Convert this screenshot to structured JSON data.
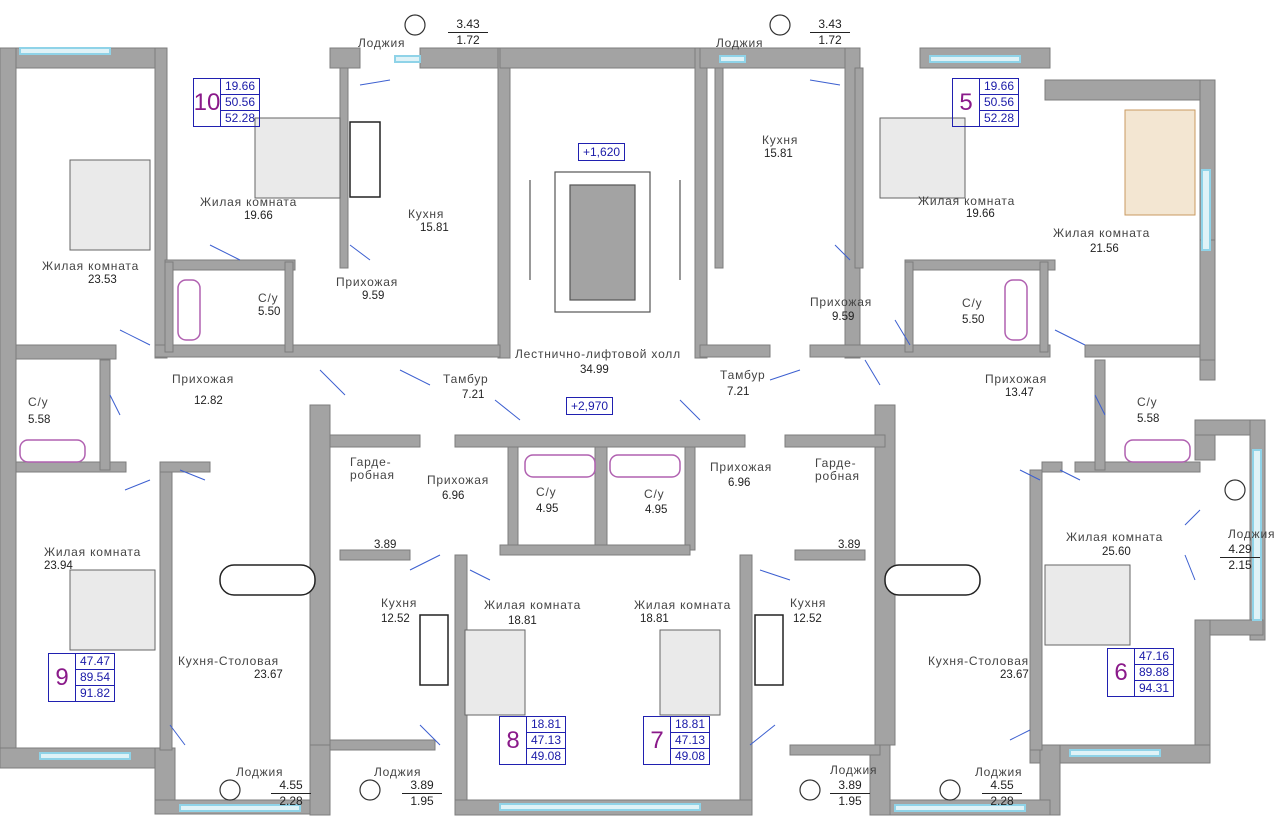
{
  "plan": {
    "rooms": [
      {
        "id": "r1",
        "label": "Жилая комната",
        "area": "23.53"
      },
      {
        "id": "r2",
        "label": "Жилая комната",
        "area": "19.66"
      },
      {
        "id": "r3",
        "label": "Кухня",
        "area": "15.81"
      },
      {
        "id": "r4",
        "label": "С/у",
        "area": "5.50"
      },
      {
        "id": "r5",
        "label": "Прихожая",
        "area": "9.59"
      },
      {
        "id": "r6",
        "label": "С/у",
        "area": "5.58"
      },
      {
        "id": "r7",
        "label": "Прихожая",
        "area": "12.82"
      },
      {
        "id": "r8",
        "label": "Тамбур",
        "area": "7.21"
      },
      {
        "id": "r9",
        "label": "Лестнично-лифтовой холл",
        "area": "34.99"
      },
      {
        "id": "r10",
        "label": "Тамбур",
        "area": "7.21"
      },
      {
        "id": "r11",
        "label": "Кухня",
        "area": "15.81"
      },
      {
        "id": "r12",
        "label": "Жилая комната",
        "area": "19.66"
      },
      {
        "id": "r13",
        "label": "Жилая комната",
        "area": "21.56"
      },
      {
        "id": "r14",
        "label": "Прихожая",
        "area": "9.59"
      },
      {
        "id": "r15",
        "label": "С/у",
        "area": "5.50"
      },
      {
        "id": "r16",
        "label": "Прихожая",
        "area": "13.47"
      },
      {
        "id": "r17",
        "label": "С/у",
        "area": "5.58"
      },
      {
        "id": "r18",
        "label": "Жилая комната",
        "area": "23.94"
      },
      {
        "id": "r19",
        "label": "Кухня-Столовая",
        "area": "23.67"
      },
      {
        "id": "r20",
        "label": "Гарде-\nробная",
        "area": "3.89"
      },
      {
        "id": "r21",
        "label": "Прихожая",
        "area": "6.96"
      },
      {
        "id": "r22",
        "label": "Кухня",
        "area": "12.52"
      },
      {
        "id": "r23",
        "label": "С/у",
        "area": "4.95"
      },
      {
        "id": "r24",
        "label": "Жилая комната",
        "area": "18.81"
      },
      {
        "id": "r25",
        "label": "С/у",
        "area": "4.95"
      },
      {
        "id": "r26",
        "label": "Жилая комната",
        "area": "18.81"
      },
      {
        "id": "r27",
        "label": "Прихожая",
        "area": "6.96"
      },
      {
        "id": "r28",
        "label": "Гарде-\nробная",
        "area": "3.89"
      },
      {
        "id": "r29",
        "label": "Кухня",
        "area": "12.52"
      },
      {
        "id": "r30",
        "label": "Кухня-Столовая",
        "area": "23.67"
      },
      {
        "id": "r31",
        "label": "Жилая комната",
        "area": "25.60"
      }
    ],
    "loggias": [
      {
        "id": "l1",
        "label": "Лоджия",
        "top": "3.43",
        "bottom": "1.72"
      },
      {
        "id": "l2",
        "label": "Лоджия",
        "top": "3.43",
        "bottom": "1.72"
      },
      {
        "id": "l3",
        "label": "Лоджия",
        "top": "4.29",
        "bottom": "2.15"
      },
      {
        "id": "l4",
        "label": "Лоджия",
        "top": "4.55",
        "bottom": "2.28"
      },
      {
        "id": "l5",
        "label": "Лоджия",
        "top": "3.89",
        "bottom": "1.95"
      },
      {
        "id": "l6",
        "label": "Лоджия",
        "top": "3.89",
        "bottom": "1.95"
      },
      {
        "id": "l7",
        "label": "Лоджия",
        "top": "4.55",
        "bottom": "2.28"
      }
    ],
    "levels": [
      {
        "id": "lv1",
        "value": "+1,620"
      },
      {
        "id": "lv2",
        "value": "+2,970"
      }
    ],
    "apartments": [
      {
        "id": "a10",
        "number": "10",
        "values": [
          "19.66",
          "50.56",
          "52.28"
        ]
      },
      {
        "id": "a5",
        "number": "5",
        "values": [
          "19.66",
          "50.56",
          "52.28"
        ]
      },
      {
        "id": "a9",
        "number": "9",
        "values": [
          "47.47",
          "89.54",
          "91.82"
        ]
      },
      {
        "id": "a6",
        "number": "6",
        "values": [
          "47.16",
          "89.88",
          "94.31"
        ]
      },
      {
        "id": "a8",
        "number": "8",
        "values": [
          "18.81",
          "47.13",
          "49.08"
        ]
      },
      {
        "id": "a7",
        "number": "7",
        "values": [
          "18.81",
          "47.13",
          "49.08"
        ]
      }
    ],
    "colors": {
      "wall": "#a3a3a3",
      "wall_stroke": "#7d7d7d",
      "number_box": "#2020b0",
      "apt_number": "#8a1a8a",
      "window": "#8fd3e8"
    }
  }
}
